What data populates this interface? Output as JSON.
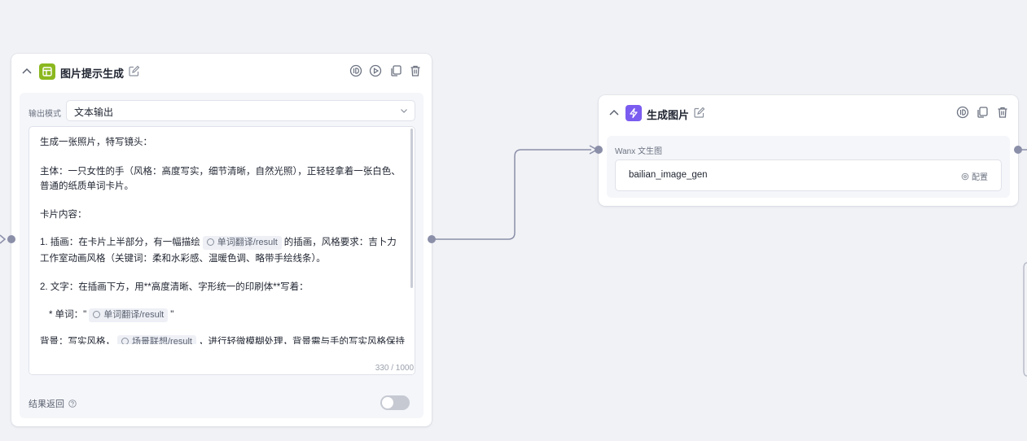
{
  "node1": {
    "title": "图片提示生成",
    "output_mode_label": "输出模式",
    "output_mode_value": "文本输出",
    "prompt": {
      "line1": "生成一张照片，特写镜头：",
      "line2": "主体：一只女性的手（风格：高度写实，细节清晰，自然光照），正轻轻拿着一张白色、",
      "line3": "普通的纸质单词卡片。",
      "line4": "卡片内容：",
      "line5_pre": "1. 插画：在卡片上半部分，有一幅描绘",
      "line5_tag": "单词翻译/result",
      "line5_post": "的插画，风格要求：吉卜力",
      "line6": "工作室动画风格（关键词：柔和水彩感、温暖色调、略带手绘线条）。",
      "line7": "2. 文字：在插画下方，用**高度清晰、字形统一的印刷体**写着：",
      "line8_pre": "* 单词：\"",
      "line8_tag": "单词翻译/result",
      "line8_post": "\"",
      "line9_pre": "背景：写实风格，",
      "line9_tag": "场景联想/result",
      "line9_post": "，进行轻微模糊处理，背景需与手的写实风格保持"
    },
    "counter": "330 / 1000",
    "return_label": "结果返回",
    "return_enabled": false
  },
  "node2": {
    "title": "生成图片",
    "model_label": "Wanx 文生图",
    "model_value": "bailian_image_gen",
    "config_label": "配置"
  },
  "colors": {
    "node1_icon": "#8bb81f",
    "node2_icon": "#7b5cf0",
    "wire": "#8b8fa8"
  }
}
